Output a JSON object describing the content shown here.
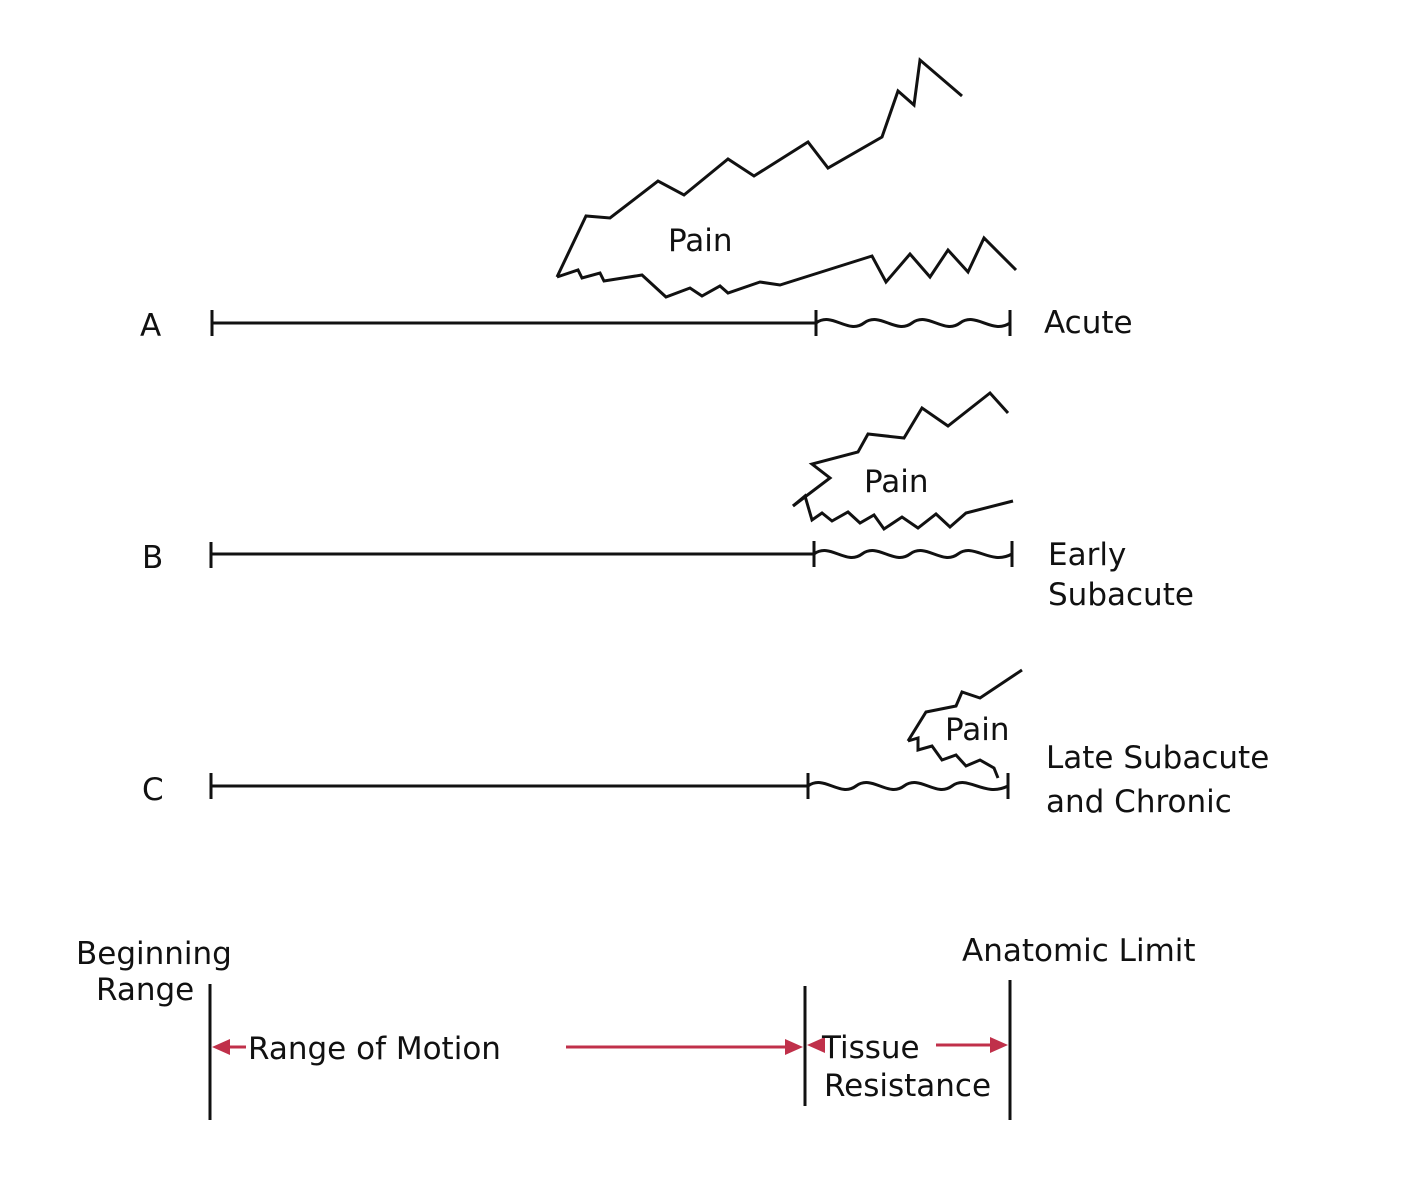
{
  "rows": [
    {
      "letter": "A",
      "stage_lines": [
        "Acute"
      ],
      "pain_label": "Pain"
    },
    {
      "letter": "B",
      "stage_lines": [
        "Early",
        "Subacute"
      ],
      "pain_label": "Pain"
    },
    {
      "letter": "C",
      "stage_lines": [
        "Late Subacute",
        "and Chronic"
      ],
      "pain_label": "Pain"
    }
  ],
  "axis": {
    "beginning_lines": [
      "Beginning",
      "Range"
    ],
    "anatomic_limit": "Anatomic Limit",
    "range_of_motion": "Range of Motion",
    "tissue_lines": [
      "Tissue",
      "Resistance"
    ]
  },
  "colors": {
    "line": "#111111",
    "arrow": "#c0304a"
  }
}
